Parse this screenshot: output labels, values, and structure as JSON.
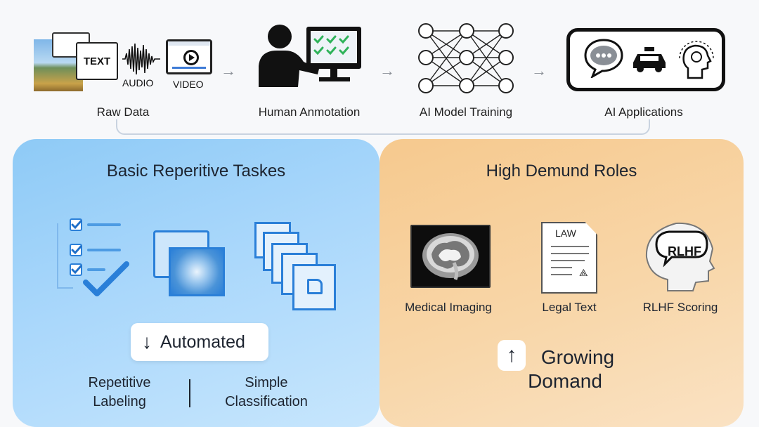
{
  "pipeline": {
    "stages": [
      {
        "label": "Raw Data"
      },
      {
        "label": "Human Anmotation"
      },
      {
        "label": "AI Model Training"
      },
      {
        "label": "AI Applications"
      }
    ],
    "raw_data": {
      "text_card": "TEXT",
      "audio": "AUDIO",
      "video": "VIDEO"
    },
    "arrow_glyph": "→"
  },
  "left_panel": {
    "title": "Basic Reperitive Taskes",
    "badge": {
      "arrow": "↓",
      "label": "Automated"
    },
    "items": [
      {
        "label_line1": "Repetitive",
        "label_line2": "Labeling"
      },
      {
        "label_line1": "Simple",
        "label_line2": "Classification"
      }
    ],
    "accent_color": "#2a7fd8"
  },
  "right_panel": {
    "title": "High Demund Roles",
    "roles": [
      {
        "label": "Medical Imaging",
        "icon": "brain-mri-icon"
      },
      {
        "label": "Legal Text",
        "icon": "law-document-icon",
        "doc_header": "LAW"
      },
      {
        "label": "RLHF Scoring",
        "icon": "rlhf-head-icon",
        "badge": "RLHF"
      }
    ],
    "growth": {
      "arrow": "↑",
      "line1": "Growing",
      "line2": "Domand"
    }
  }
}
